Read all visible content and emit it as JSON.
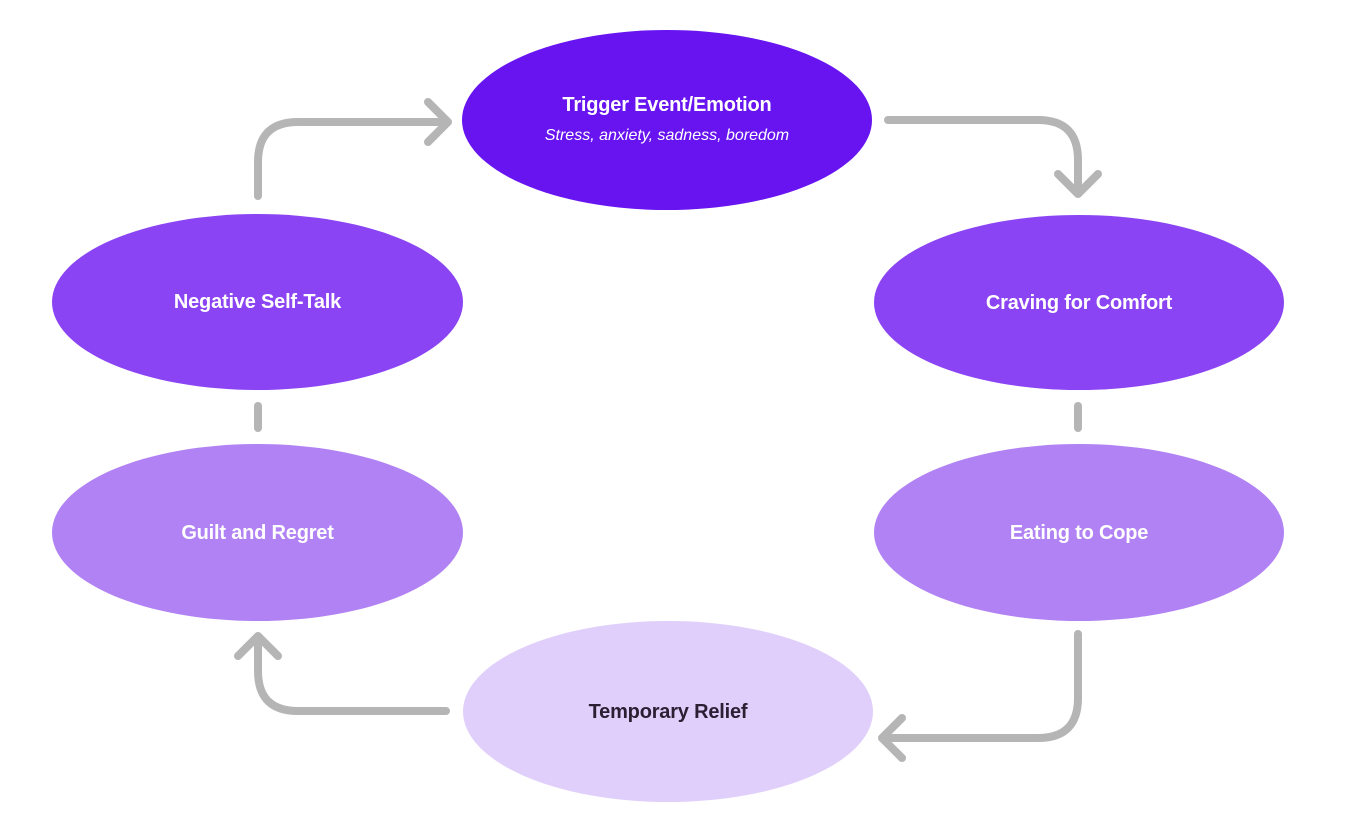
{
  "colors": {
    "arrow": "#b5b5b5",
    "dark": "#6714f0",
    "medium": "#8b44f3",
    "light": "#b182f4",
    "pale": "#e0cffb",
    "text_light": "#ffffff",
    "text_dark": "#2a1f33"
  },
  "nodes": {
    "trigger": {
      "title": "Trigger Event/Emotion",
      "subtitle": "Stress, anxiety, sadness, boredom"
    },
    "craving": {
      "title": "Craving for Comfort"
    },
    "eating": {
      "title": "Eating to Cope"
    },
    "relief": {
      "title": "Temporary Relief"
    },
    "guilt": {
      "title": "Guilt and Regret"
    },
    "negative": {
      "title": "Negative Self-Talk"
    }
  }
}
